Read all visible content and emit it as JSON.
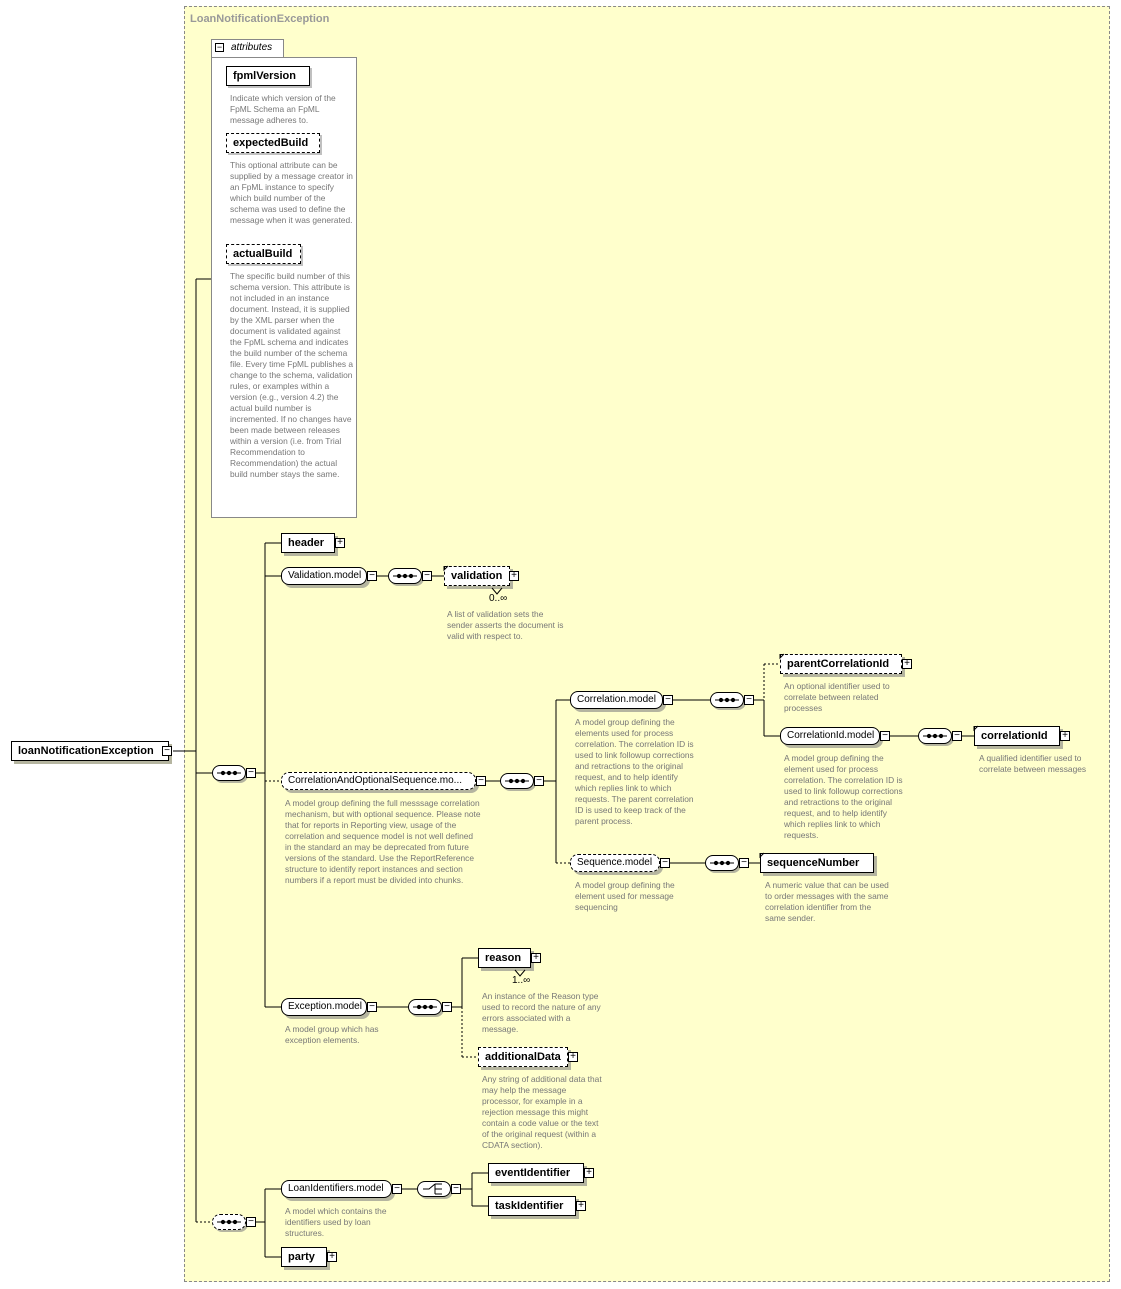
{
  "title": "LoanNotificationException",
  "root": {
    "label": "loanNotificationException"
  },
  "attributes": {
    "tab_label": "attributes",
    "items": [
      {
        "name": "fpmlVersion",
        "desc": "Indicate which version of the FpML Schema an FpML message adheres to."
      },
      {
        "name": "expectedBuild",
        "desc": "This optional attribute can be supplied by a message creator in an FpML instance to specify which build number of the schema was used to define the message when it was generated."
      },
      {
        "name": "actualBuild",
        "desc": "The specific build number of this schema version. This attribute is not included in an instance document. Instead, it is supplied by the XML parser when the document is validated against the FpML schema and indicates the build number of the schema file. Every time FpML publishes a change to the schema, validation rules, or examples within a version (e.g., version 4.2) the actual build number is incremented. If no changes have been made between releases within a version (i.e. from Trial Recommendation to Recommendation) the actual build number stays the same."
      }
    ]
  },
  "nodes": {
    "header": {
      "label": "header"
    },
    "validation_model": {
      "label": "Validation.model"
    },
    "validation": {
      "label": "validation",
      "card": "0..∞",
      "desc": "A list of validation sets the sender asserts the document is valid with respect to."
    },
    "corr_seq_model": {
      "label": "CorrelationAndOptionalSequence.mo...",
      "desc": "A model group defining the full messsage correlation mechanism, but with optional sequence. Please note that for reports in Reporting view, usage of the correlation and sequence model is not well defined in the standard an may be deprecated from future versions of the standard. Use the ReportReference structure to identify report instances and section numbers if a report must be divided into chunks."
    },
    "correlation_model": {
      "label": "Correlation.model",
      "desc": "A model group defining the elements used for process correlation. The correlation ID is used to link followup corrections and retractions to the original request, and to help identify which replies link to which requests. The parent correlation ID is used to keep track of the parent process."
    },
    "parent_correlation_id": {
      "label": "parentCorrelationId",
      "desc": "An optional identifier used to correlate between related processes"
    },
    "correlation_id_model": {
      "label": "CorrelationId.model",
      "desc": "A model group defining the element used for process correlation. The correlation ID is used to link followup corrections and retractions to the original request, and to help identify which replies link to which requests."
    },
    "correlation_id": {
      "label": "correlationId",
      "desc": "A qualified identifier used to correlate between messages"
    },
    "sequence_model": {
      "label": "Sequence.model",
      "desc": "A model group defining the element used for message sequencing"
    },
    "sequence_number": {
      "label": "sequenceNumber",
      "desc": "A numeric value that can be used to order messages with the same correlation identifier from the same sender."
    },
    "exception_model": {
      "label": "Exception.model",
      "desc": "A model group which has exception elements."
    },
    "reason": {
      "label": "reason",
      "card": "1..∞",
      "desc": "An instance of the Reason type used to record the nature of any errors associated with a message."
    },
    "additional_data": {
      "label": "additionalData",
      "desc": "Any string of additional data that may help the message processor, for example in a rejection message this might contain a code value or the text of the original request (within a CDATA section)."
    },
    "loan_identifiers_model": {
      "label": "LoanIdentifiers.model",
      "desc": "A model which contains the identifiers used by loan structures."
    },
    "event_identifier": {
      "label": "eventIdentifier"
    },
    "task_identifier": {
      "label": "taskIdentifier"
    },
    "party": {
      "label": "party"
    }
  },
  "colors": {
    "background": "#ffffcc",
    "border": "#888888",
    "description": "#777777"
  }
}
